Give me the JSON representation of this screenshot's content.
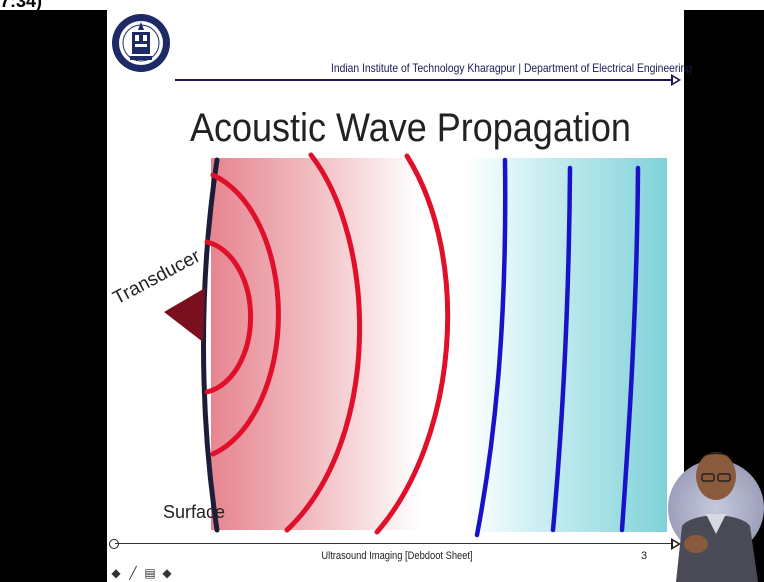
{
  "top_fragment": "7:34)",
  "header": {
    "institution": "Indian Institute of Technology Kharagpur | Department of Electrical Engineering"
  },
  "slide": {
    "title": "Acoustic Wave Propagation",
    "labels": {
      "transducer": "Transducer",
      "surface": "Surface"
    }
  },
  "footer": {
    "caption": "Ultrasound Imaging [Debdoot Sheet]",
    "page_number": "3"
  },
  "navigation": {
    "icons": [
      "arrow-left-icon",
      "pen-icon",
      "slide-menu-icon",
      "arrow-right-icon"
    ],
    "glyphs": [
      "◆",
      "╱",
      "▤",
      "◆"
    ]
  },
  "colors": {
    "wave_red": "#e0102a",
    "wave_blue": "#1a12c8",
    "surface_line": "#1d1d3a",
    "transducer": "#7a0f1e",
    "header_blue": "#1a1a55"
  }
}
